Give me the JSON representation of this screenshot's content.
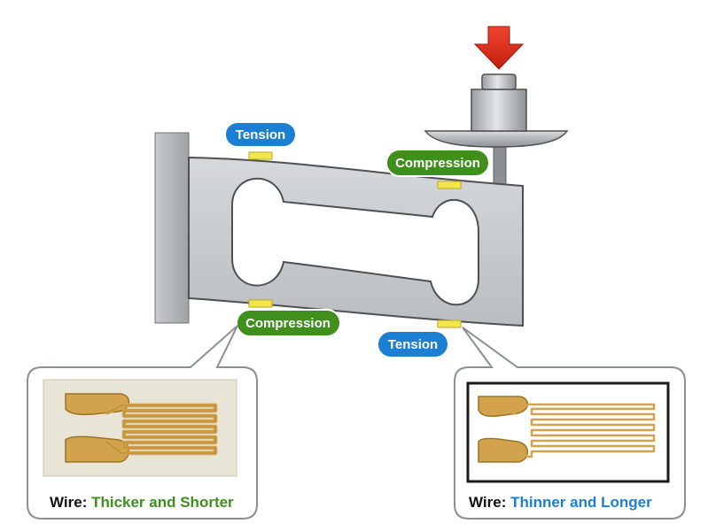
{
  "labels": {
    "tension_top": "Tension",
    "compression_top": "Compression",
    "compression_bottom": "Compression",
    "tension_bottom": "Tension"
  },
  "captions": {
    "left": {
      "prefix": "Wire: ",
      "highlight": "Thicker and Shorter"
    },
    "right": {
      "prefix": "Wire: ",
      "highlight": "Thinner and Longer"
    }
  },
  "colors": {
    "tension_pill": "#1b7fd3",
    "compression_pill": "#3f8f1c",
    "load_arrow": "#e12b1c",
    "gauge_pad": "#f2e64a",
    "beam": "#c9cdd0",
    "strain_gauge_foil": "#d2a34c",
    "highlight_green": "#3f8f1c",
    "highlight_blue": "#1b7fd3"
  }
}
